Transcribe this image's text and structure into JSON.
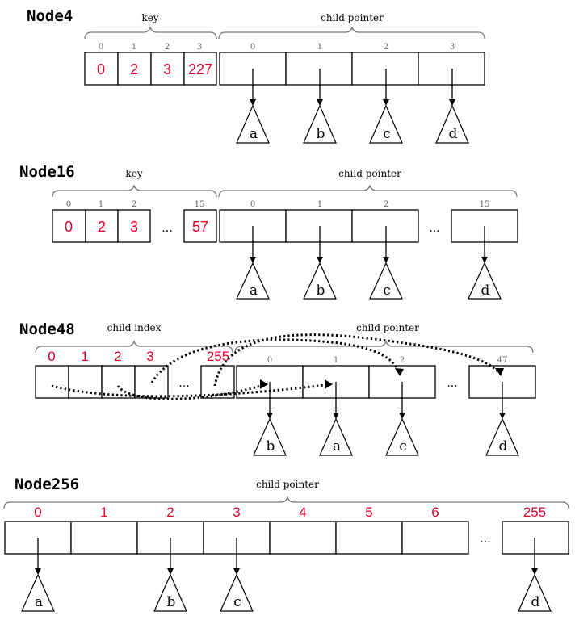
{
  "node4": {
    "title": "Node4",
    "key_label": "key",
    "child_label": "child pointer",
    "key_indices": [
      "0",
      "1",
      "2",
      "3"
    ],
    "keys": [
      "0",
      "2",
      "3",
      "227"
    ],
    "child_indices": [
      "0",
      "1",
      "2",
      "3"
    ],
    "leaves": [
      "a",
      "b",
      "c",
      "d"
    ]
  },
  "node16": {
    "title": "Node16",
    "key_label": "key",
    "child_label": "child pointer",
    "key_indices": [
      "0",
      "1",
      "2",
      "15"
    ],
    "keys": [
      "0",
      "2",
      "3",
      "57"
    ],
    "child_indices": [
      "0",
      "1",
      "2",
      "15"
    ],
    "leaves": [
      "a",
      "b",
      "c",
      "d"
    ],
    "ellipsis": "..."
  },
  "node48": {
    "title": "Node48",
    "key_label": "child index",
    "child_label": "child pointer",
    "indices": [
      "0",
      "1",
      "2",
      "3",
      "255"
    ],
    "child_indices": [
      "0",
      "1",
      "2",
      "47"
    ],
    "leaves": [
      "b",
      "a",
      "c",
      "d"
    ],
    "ellipsis": "..."
  },
  "node256": {
    "title": "Node256",
    "child_label": "child pointer",
    "indices": [
      "0",
      "1",
      "2",
      "3",
      "4",
      "5",
      "6",
      "255"
    ],
    "leaves": [
      "a",
      "b",
      "c",
      "d"
    ],
    "ellipsis": "..."
  },
  "colors": {
    "highlight": "#e0002a",
    "index_gray": "#666666",
    "brace_gray": "#777777"
  }
}
